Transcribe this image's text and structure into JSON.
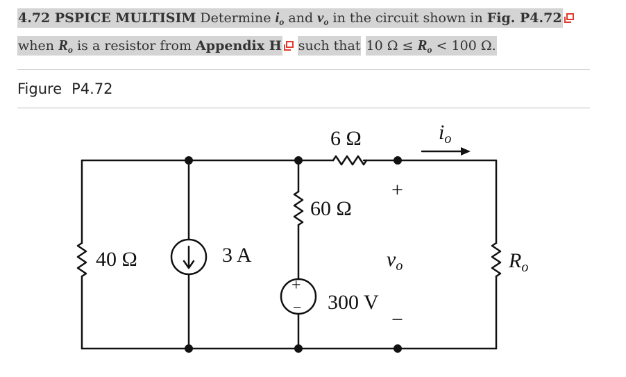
{
  "problem": {
    "line1": {
      "number_tags": "4.72 PSPICE MULTISIM",
      "t1": "Determine",
      "i_var": "i",
      "i_sub": "o",
      "t2": "and",
      "v_var": "v",
      "v_sub": "o",
      "t3": "in the circuit shown in",
      "fig_ref": "Fig. P4.72"
    },
    "line2": {
      "t1": "when",
      "r_var": "R",
      "r_sub": "o",
      "t2": "is a resistor from",
      "appendix_ref": "Appendix H",
      "t3": "such that",
      "ineq_left": "10 Ω ≤",
      "ineq_var": "R",
      "ineq_sub": "o",
      "ineq_right": "< 100 Ω."
    }
  },
  "figure": {
    "label": "Figure",
    "number": "P4.72"
  },
  "circuit": {
    "r6": "6 Ω",
    "r60": "60 Ω",
    "r40": "40 Ω",
    "current_source": "3 A",
    "voltage_source": "300 V",
    "src_plus": "+",
    "src_minus": "−",
    "io_var": "i",
    "io_sub": "o",
    "vo_plus": "+",
    "vo_var": "v",
    "vo_sub": "o",
    "vo_minus": "−",
    "ro_var": "R",
    "ro_sub": "o"
  },
  "colors": {
    "highlight": "#d4d4d4",
    "link_icon": "#e23b2e",
    "wire": "#111111"
  }
}
